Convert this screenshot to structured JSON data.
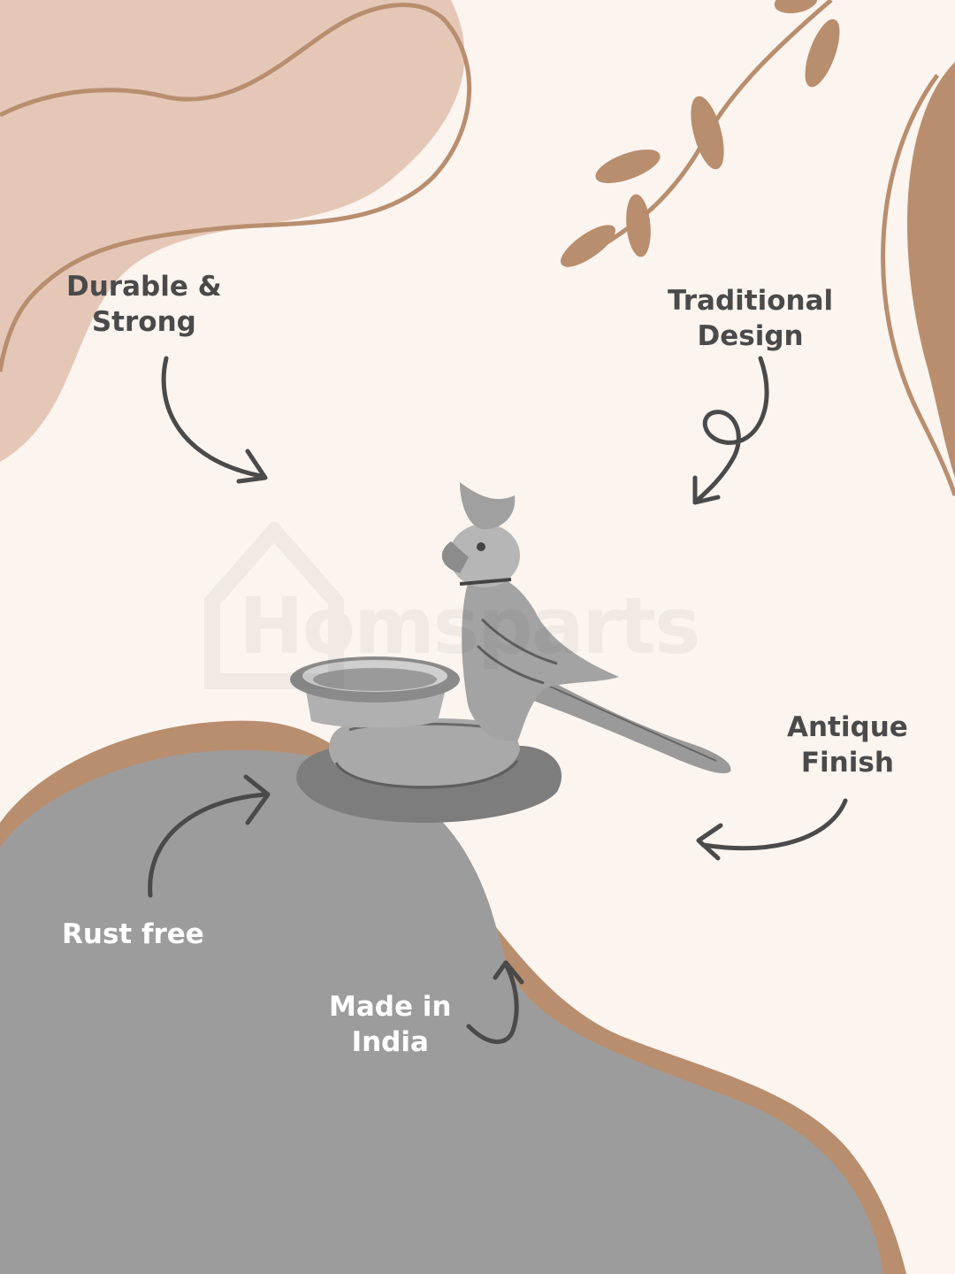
{
  "features": {
    "durable": [
      "Durable &",
      "Strong"
    ],
    "traditional": [
      "Traditional",
      "Design"
    ],
    "antique": [
      "Antique",
      "Finish"
    ],
    "rust": [
      "Rust free"
    ],
    "india": [
      "Made in",
      "India"
    ]
  },
  "watermark": {
    "brand": "Homsparts"
  },
  "colors": {
    "background": "#fbf4ef",
    "blob_pink": "#e5c7b7",
    "accent_brown": "#b88e6f",
    "gray": "#9c9c9c",
    "arrow": "#4a4a4a",
    "label_dark": "#4a4a4a",
    "label_light": "#ffffff"
  },
  "product": {
    "description_icon": "parrot-diya-icon"
  }
}
